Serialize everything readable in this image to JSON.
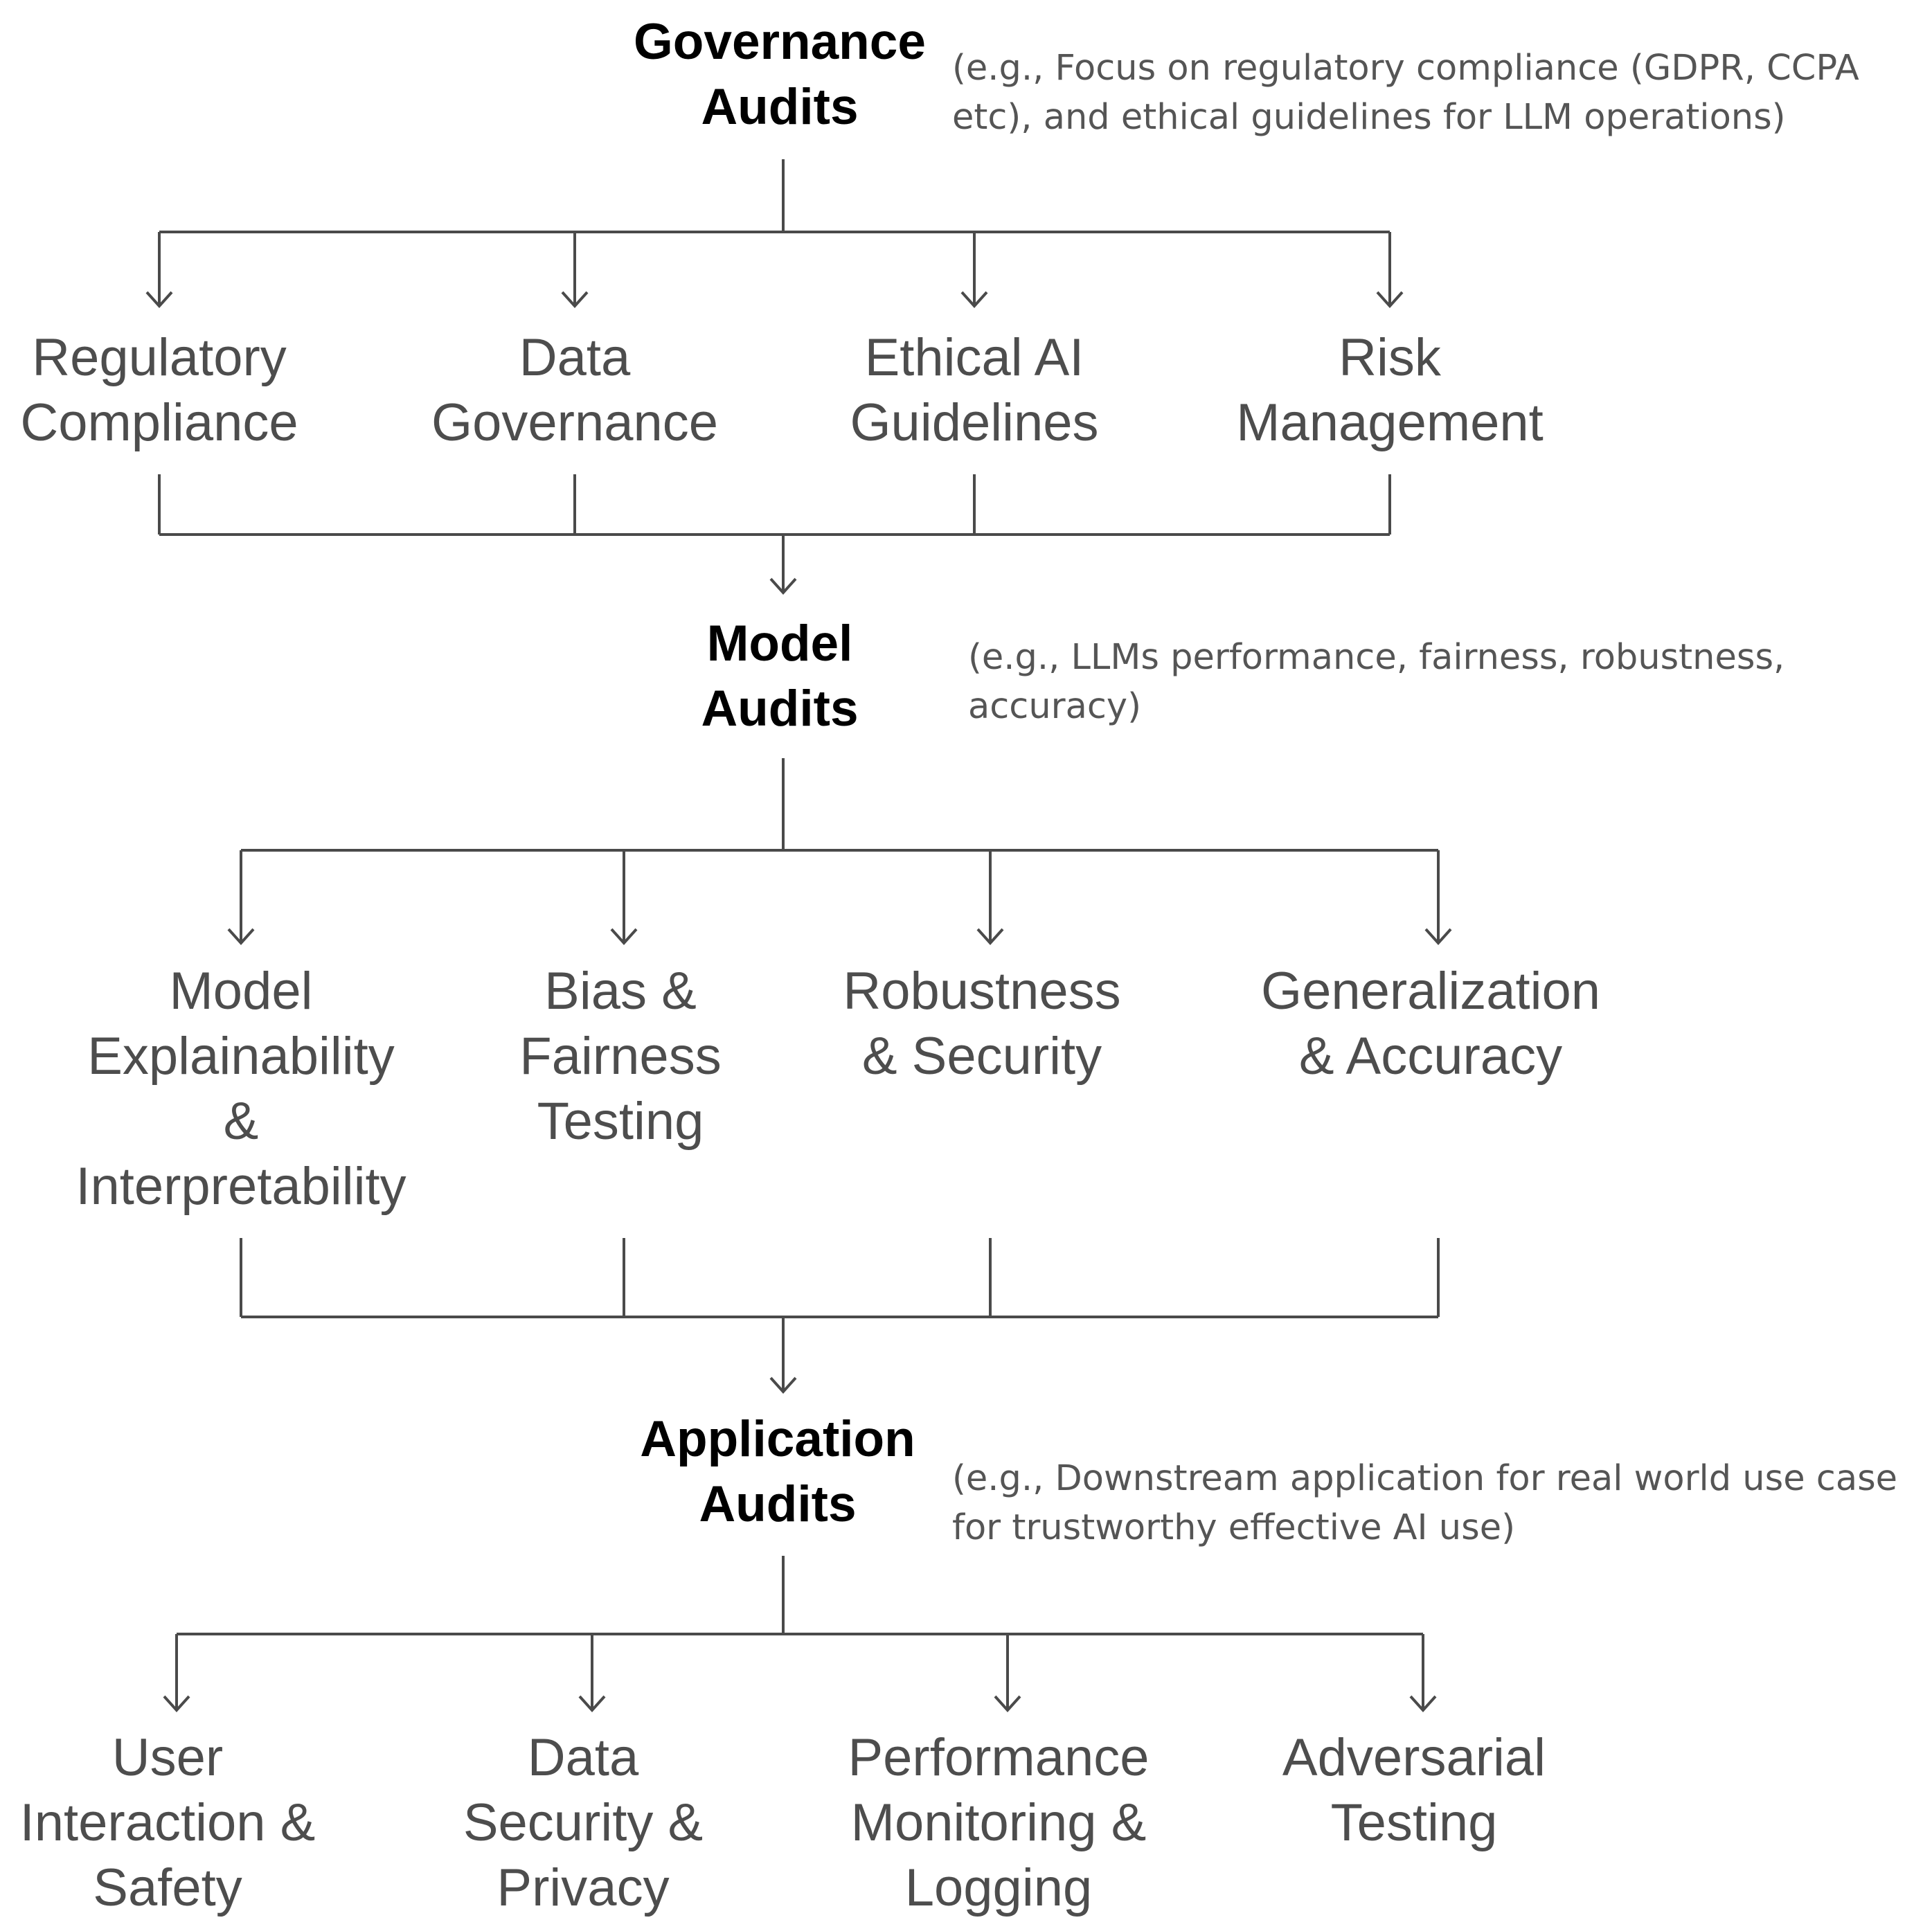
{
  "levels": [
    {
      "title": "Governance\nAudits",
      "note": "(e.g., Focus on regulatory compliance (GDPR, CCPA\netc), and ethical guidelines for LLM operations)",
      "children": [
        {
          "label": "Regulatory\nCompliance"
        },
        {
          "label": "Data\nGovernance"
        },
        {
          "label": "Ethical AI\nGuidelines"
        },
        {
          "label": "Risk\nManagement"
        }
      ]
    },
    {
      "title": "Model\nAudits",
      "note": "(e.g., LLMs performance, fairness, robustness,\naccuracy)",
      "children": [
        {
          "label": "Model\nExplainability\n&\nInterpretability"
        },
        {
          "label": "Bias &\nFairness\nTesting"
        },
        {
          "label": "Robustness\n& Security"
        },
        {
          "label": "Generalization\n& Accuracy"
        }
      ]
    },
    {
      "title": "Application\nAudits",
      "note": "(e.g., Downstream application for real world use case\nfor trustworthy effective AI use)",
      "children": [
        {
          "label": "User\nInteraction &\nSafety"
        },
        {
          "label": "Data\nSecurity &\nPrivacy"
        },
        {
          "label": "Performance\nMonitoring &\nLogging"
        },
        {
          "label": "Adversarial\nTesting"
        }
      ]
    }
  ]
}
